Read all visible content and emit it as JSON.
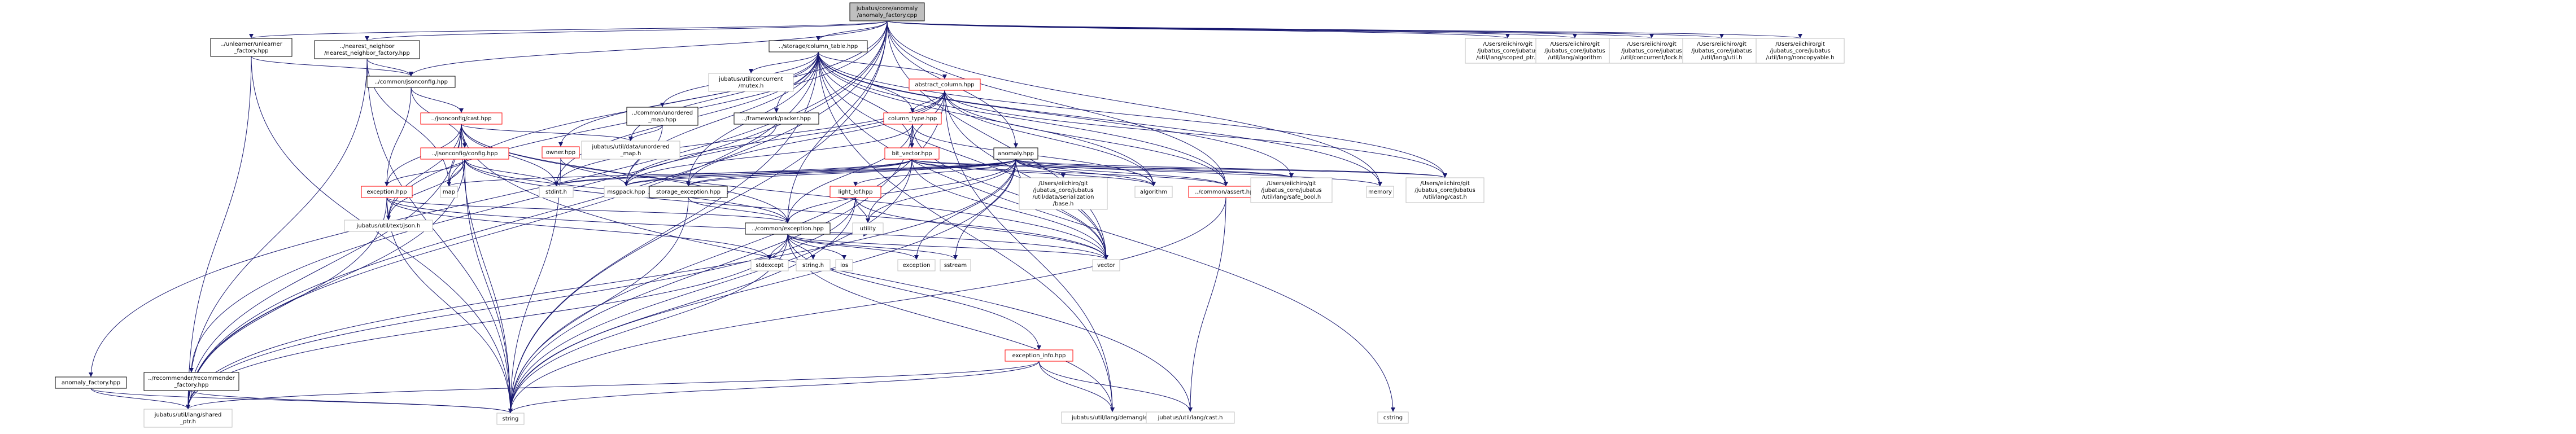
{
  "colors": {
    "edge": "#191970",
    "root_fill": "#bfbfbf",
    "node_fill": "#ffffff",
    "node_stroke": "#000000",
    "missing_stroke": "#bfbfbf",
    "error_stroke": "#ff0000"
  },
  "nodes": [
    {
      "id": "root",
      "kind": "root",
      "lines": [
        "jubatus/core/anomaly",
        "/anomaly_factory.cpp"
      ]
    },
    {
      "id": "unlearner",
      "kind": "normal",
      "lines": [
        "../unlearner/unlearner",
        "_factory.hpp"
      ]
    },
    {
      "id": "nn_factory",
      "kind": "normal",
      "lines": [
        "../nearest_neighbor",
        "/nearest_neighbor_factory.hpp"
      ]
    },
    {
      "id": "storage_ct",
      "kind": "normal",
      "lines": [
        "../storage/column_table.hpp"
      ]
    },
    {
      "id": "jsonconfig",
      "kind": "normal",
      "lines": [
        "../common/jsonconfig.hpp"
      ]
    },
    {
      "id": "rec_factory",
      "kind": "normal",
      "lines": [
        "../recommender/recommender",
        "_factory.hpp"
      ]
    },
    {
      "id": "anomaly_factory",
      "kind": "normal",
      "lines": [
        "anomaly_factory.hpp"
      ]
    },
    {
      "id": "mutex",
      "kind": "missing",
      "lines": [
        "jubatus/util/concurrent",
        "/mutex.h"
      ]
    },
    {
      "id": "unordered_map",
      "kind": "normal",
      "lines": [
        "../common/unordered",
        "_map.hpp"
      ]
    },
    {
      "id": "framework_packer",
      "kind": "normal",
      "lines": [
        "../framework/packer.hpp"
      ]
    },
    {
      "id": "abstract_column",
      "kind": "error",
      "lines": [
        "abstract_column.hpp"
      ]
    },
    {
      "id": "column_type",
      "kind": "error",
      "lines": [
        "column_type.hpp"
      ]
    },
    {
      "id": "bit_vector",
      "kind": "error",
      "lines": [
        "bit_vector.hpp"
      ]
    },
    {
      "id": "jc_cast",
      "kind": "error",
      "lines": [
        "../jsonconfig/cast.hpp"
      ]
    },
    {
      "id": "jc_config",
      "kind": "error",
      "lines": [
        "../jsonconfig/config.hpp"
      ]
    },
    {
      "id": "owner",
      "kind": "error",
      "lines": [
        "owner.hpp"
      ]
    },
    {
      "id": "util_unordered",
      "kind": "missing",
      "lines": [
        "jubatus/util/data/unordered",
        "_map.h"
      ]
    },
    {
      "id": "exception_hpp",
      "kind": "error",
      "lines": [
        "exception.hpp"
      ]
    },
    {
      "id": "anomaly_hpp",
      "kind": "normal",
      "lines": [
        "anomaly.hpp"
      ]
    },
    {
      "id": "light_lof",
      "kind": "error",
      "lines": [
        "light_lof.hpp"
      ]
    },
    {
      "id": "storage_exception",
      "kind": "normal",
      "lines": [
        "storage_exception.hpp"
      ]
    },
    {
      "id": "common_exception",
      "kind": "normal",
      "lines": [
        "../common/exception.hpp"
      ]
    },
    {
      "id": "common_assert",
      "kind": "error",
      "lines": [
        "../common/assert.hpp"
      ]
    },
    {
      "id": "exception_info",
      "kind": "error",
      "lines": [
        "exception_info.hpp"
      ]
    },
    {
      "id": "scoped_ptr",
      "kind": "missing",
      "lines": [
        "/Users/eiichiro/git",
        "/jubatus_core/jubatus",
        "/util/lang/scoped_ptr.h"
      ]
    },
    {
      "id": "u_algorithm",
      "kind": "missing",
      "lines": [
        "/Users/eiichiro/git",
        "/jubatus_core/jubatus",
        "/util/lang/algorithm"
      ]
    },
    {
      "id": "u_lock",
      "kind": "missing",
      "lines": [
        "/Users/eiichiro/git",
        "/jubatus_core/jubatus",
        "/util/concurrent/lock.h"
      ]
    },
    {
      "id": "u_util",
      "kind": "missing",
      "lines": [
        "/Users/eiichiro/git",
        "/jubatus_core/jubatus",
        "/util/lang/util.h"
      ]
    },
    {
      "id": "u_noncopyable",
      "kind": "missing",
      "lines": [
        "/Users/eiichiro/git",
        "/jubatus_core/jubatus",
        "/util/lang/noncopyable.h"
      ]
    },
    {
      "id": "u_serialization",
      "kind": "missing",
      "lines": [
        "/Users/eiichiro/git",
        "/jubatus_core/jubatus",
        "/util/data/serialization",
        "/base.h"
      ]
    },
    {
      "id": "u_safe_bool",
      "kind": "missing",
      "lines": [
        "/Users/eiichiro/git",
        "/jubatus_core/jubatus",
        "/util/lang/safe_bool.h"
      ]
    },
    {
      "id": "u_cast",
      "kind": "missing",
      "lines": [
        "/Users/eiichiro/git",
        "/jubatus_core/jubatus",
        "/util/lang/cast.h"
      ]
    },
    {
      "id": "map",
      "kind": "missing",
      "lines": [
        "map"
      ]
    },
    {
      "id": "stdint",
      "kind": "missing",
      "lines": [
        "stdint.h"
      ]
    },
    {
      "id": "msgpack",
      "kind": "missing",
      "lines": [
        "msgpack.hpp"
      ]
    },
    {
      "id": "algorithm",
      "kind": "missing",
      "lines": [
        "algorithm"
      ]
    },
    {
      "id": "memory",
      "kind": "missing",
      "lines": [
        "memory"
      ]
    },
    {
      "id": "text_json",
      "kind": "missing",
      "lines": [
        "jubatus/util/text/json.h"
      ]
    },
    {
      "id": "utility",
      "kind": "missing",
      "lines": [
        "utility"
      ]
    },
    {
      "id": "stdexcept",
      "kind": "missing",
      "lines": [
        "stdexcept"
      ]
    },
    {
      "id": "string_h",
      "kind": "missing",
      "lines": [
        "string.h"
      ]
    },
    {
      "id": "ios",
      "kind": "missing",
      "lines": [
        "ios"
      ]
    },
    {
      "id": "exception",
      "kind": "missing",
      "lines": [
        "exception"
      ]
    },
    {
      "id": "sstream",
      "kind": "missing",
      "lines": [
        "sstream"
      ]
    },
    {
      "id": "vector",
      "kind": "missing",
      "lines": [
        "vector"
      ]
    },
    {
      "id": "shared_ptr",
      "kind": "missing",
      "lines": [
        "jubatus/util/lang/shared",
        "_ptr.h"
      ]
    },
    {
      "id": "string",
      "kind": "missing",
      "lines": [
        "string"
      ]
    },
    {
      "id": "demangle",
      "kind": "missing",
      "lines": [
        "jubatus/util/lang/demangle.h"
      ]
    },
    {
      "id": "lang_cast",
      "kind": "missing",
      "lines": [
        "jubatus/util/lang/cast.h"
      ]
    },
    {
      "id": "cstring",
      "kind": "missing",
      "lines": [
        "cstring"
      ]
    }
  ],
  "edges": [
    [
      "root",
      "unlearner"
    ],
    [
      "root",
      "nn_factory"
    ],
    [
      "root",
      "storage_ct"
    ],
    [
      "root",
      "jsonconfig"
    ],
    [
      "root",
      "rec_factory"
    ],
    [
      "root",
      "anomaly_factory"
    ],
    [
      "root",
      "anomaly_hpp"
    ],
    [
      "root",
      "common_exception"
    ],
    [
      "root",
      "scoped_ptr"
    ],
    [
      "root",
      "u_algorithm"
    ],
    [
      "root",
      "u_lock"
    ],
    [
      "root",
      "u_util"
    ],
    [
      "root",
      "u_noncopyable"
    ],
    [
      "root",
      "string"
    ],
    [
      "root",
      "shared_ptr"
    ],
    [
      "root",
      "text_json"
    ],
    [
      "root",
      "map"
    ],
    [
      "root",
      "vector"
    ],
    [
      "root",
      "memory"
    ],
    [
      "root",
      "common_assert"
    ],
    [
      "unlearner",
      "jsonconfig"
    ],
    [
      "unlearner",
      "shared_ptr"
    ],
    [
      "unlearner",
      "string"
    ],
    [
      "nn_factory",
      "jsonconfig"
    ],
    [
      "nn_factory",
      "shared_ptr"
    ],
    [
      "nn_factory",
      "string"
    ],
    [
      "nn_factory",
      "map"
    ],
    [
      "jsonconfig",
      "jc_cast"
    ],
    [
      "jsonconfig",
      "jc_config"
    ],
    [
      "jsonconfig",
      "exception_hpp"
    ],
    [
      "rec_factory",
      "shared_ptr"
    ],
    [
      "rec_factory",
      "string"
    ],
    [
      "anomaly_factory",
      "shared_ptr"
    ],
    [
      "anomaly_factory",
      "string"
    ],
    [
      "storage_ct",
      "mutex"
    ],
    [
      "storage_ct",
      "unordered_map"
    ],
    [
      "storage_ct",
      "framework_packer"
    ],
    [
      "storage_ct",
      "abstract_column"
    ],
    [
      "storage_ct",
      "column_type"
    ],
    [
      "storage_ct",
      "bit_vector"
    ],
    [
      "storage_ct",
      "owner"
    ],
    [
      "storage_ct",
      "util_unordered"
    ],
    [
      "storage_ct",
      "storage_exception"
    ],
    [
      "storage_ct",
      "common_assert"
    ],
    [
      "storage_ct",
      "msgpack"
    ],
    [
      "storage_ct",
      "stdint"
    ],
    [
      "storage_ct",
      "algorithm"
    ],
    [
      "storage_ct",
      "memory"
    ],
    [
      "storage_ct",
      "vector"
    ],
    [
      "storage_ct",
      "string"
    ],
    [
      "storage_ct",
      "cstring"
    ],
    [
      "storage_ct",
      "u_safe_bool"
    ],
    [
      "storage_ct",
      "u_cast"
    ],
    [
      "storage_ct",
      "shared_ptr"
    ],
    [
      "storage_ct",
      "demangle"
    ],
    [
      "unordered_map",
      "util_unordered"
    ],
    [
      "unordered_map",
      "msgpack"
    ],
    [
      "framework_packer",
      "msgpack"
    ],
    [
      "abstract_column",
      "column_type"
    ],
    [
      "abstract_column",
      "bit_vector"
    ],
    [
      "abstract_column",
      "storage_exception"
    ],
    [
      "abstract_column",
      "common_assert"
    ],
    [
      "abstract_column",
      "msgpack"
    ],
    [
      "abstract_column",
      "stdint"
    ],
    [
      "abstract_column",
      "algorithm"
    ],
    [
      "abstract_column",
      "vector"
    ],
    [
      "abstract_column",
      "string"
    ],
    [
      "abstract_column",
      "demangle"
    ],
    [
      "abstract_column",
      "u_cast"
    ],
    [
      "column_type",
      "bit_vector"
    ],
    [
      "column_type",
      "common_exception"
    ],
    [
      "column_type",
      "msgpack"
    ],
    [
      "column_type",
      "algorithm"
    ],
    [
      "column_type",
      "string"
    ],
    [
      "column_type",
      "vector"
    ],
    [
      "bit_vector",
      "storage_exception"
    ],
    [
      "bit_vector",
      "common_assert"
    ],
    [
      "bit_vector",
      "msgpack"
    ],
    [
      "bit_vector",
      "stdint"
    ],
    [
      "bit_vector",
      "algorithm"
    ],
    [
      "bit_vector",
      "vector"
    ],
    [
      "bit_vector",
      "string"
    ],
    [
      "bit_vector",
      "utility"
    ],
    [
      "bit_vector",
      "u_safe_bool"
    ],
    [
      "bit_vector",
      "u_cast"
    ],
    [
      "jc_cast",
      "jc_config"
    ],
    [
      "jc_cast",
      "util_unordered"
    ],
    [
      "jc_cast",
      "map"
    ],
    [
      "jc_cast",
      "stdint"
    ],
    [
      "jc_cast",
      "string"
    ],
    [
      "jc_cast",
      "vector"
    ],
    [
      "jc_cast",
      "common_exception"
    ],
    [
      "jc_cast",
      "exception_hpp"
    ],
    [
      "jc_cast",
      "shared_ptr"
    ],
    [
      "jc_cast",
      "text_json"
    ],
    [
      "jc_cast",
      "lang_cast"
    ],
    [
      "jc_config",
      "exception_hpp"
    ],
    [
      "jc_config",
      "stdint"
    ],
    [
      "jc_config",
      "string"
    ],
    [
      "jc_config",
      "vector"
    ],
    [
      "jc_config",
      "text_json"
    ],
    [
      "jc_config",
      "map"
    ],
    [
      "jc_config",
      "common_exception"
    ],
    [
      "jc_config",
      "shared_ptr"
    ],
    [
      "owner",
      "msgpack"
    ],
    [
      "owner",
      "string"
    ],
    [
      "exception_hpp",
      "common_exception"
    ],
    [
      "exception_hpp",
      "text_json"
    ],
    [
      "exception_hpp",
      "string"
    ],
    [
      "exception_hpp",
      "vector"
    ],
    [
      "exception_hpp",
      "shared_ptr"
    ],
    [
      "exception_hpp",
      "stdexcept"
    ],
    [
      "anomaly_hpp",
      "light_lof"
    ],
    [
      "anomaly_hpp",
      "storage_exception"
    ],
    [
      "anomaly_hpp",
      "common_exception"
    ],
    [
      "anomaly_hpp",
      "common_assert"
    ],
    [
      "anomaly_hpp",
      "u_serialization"
    ],
    [
      "anomaly_hpp",
      "u_safe_bool"
    ],
    [
      "anomaly_hpp",
      "u_cast"
    ],
    [
      "anomaly_hpp",
      "msgpack"
    ],
    [
      "anomaly_hpp",
      "stdint"
    ],
    [
      "anomaly_hpp",
      "algorithm"
    ],
    [
      "anomaly_hpp",
      "memory"
    ],
    [
      "anomaly_hpp",
      "string"
    ],
    [
      "anomaly_hpp",
      "vector"
    ],
    [
      "anomaly_hpp",
      "utility"
    ],
    [
      "anomaly_hpp",
      "sstream"
    ],
    [
      "anomaly_hpp",
      "map"
    ],
    [
      "anomaly_hpp",
      "shared_ptr"
    ],
    [
      "anomaly_hpp",
      "exception"
    ],
    [
      "light_lof",
      "utility"
    ],
    [
      "light_lof",
      "string"
    ],
    [
      "light_lof",
      "vector"
    ],
    [
      "light_lof",
      "shared_ptr"
    ],
    [
      "storage_exception",
      "common_exception"
    ],
    [
      "storage_exception",
      "string"
    ],
    [
      "common_exception",
      "exception_info"
    ],
    [
      "common_exception",
      "stdexcept"
    ],
    [
      "common_exception",
      "string_h"
    ],
    [
      "common_exception",
      "ios"
    ],
    [
      "common_exception",
      "exception"
    ],
    [
      "common_exception",
      "sstream"
    ],
    [
      "common_exception",
      "vector"
    ],
    [
      "common_exception",
      "shared_ptr"
    ],
    [
      "common_exception",
      "string"
    ],
    [
      "common_exception",
      "demangle"
    ],
    [
      "common_exception",
      "utility"
    ],
    [
      "common_assert",
      "lang_cast"
    ],
    [
      "common_assert",
      "string"
    ],
    [
      "exception_info",
      "shared_ptr"
    ],
    [
      "exception_info",
      "string"
    ],
    [
      "exception_info",
      "demangle"
    ],
    [
      "exception_info",
      "lang_cast"
    ]
  ]
}
